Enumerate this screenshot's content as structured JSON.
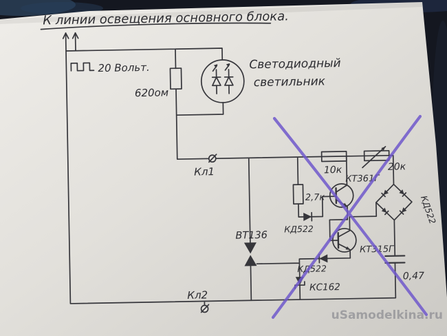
{
  "colors": {
    "ink": "#36363b",
    "paper": "#e6e4df",
    "cross": "#7059cc",
    "watermark": "#97979b",
    "background": "#141720"
  },
  "schematic": {
    "title": "К линии освещения основного блока.",
    "supply": "20 Вольт.",
    "components": {
      "r620": "620ом",
      "lamp_line1": "Светодиодный",
      "lamp_line2": "светильник",
      "kl1": "Кл1",
      "kl2": "Кл2",
      "r10k": "10к",
      "pot20k": "20к",
      "r2k7": "2,7к",
      "t_pnp": "КТ361Г",
      "t_npn": "КТ315Г",
      "d1": "КД522",
      "d2": "КД522",
      "bridge": "КД522",
      "zener": "КС162",
      "triac": "ВТ136",
      "cap": "0,47"
    }
  },
  "watermark": "uSamodelkina.ru"
}
